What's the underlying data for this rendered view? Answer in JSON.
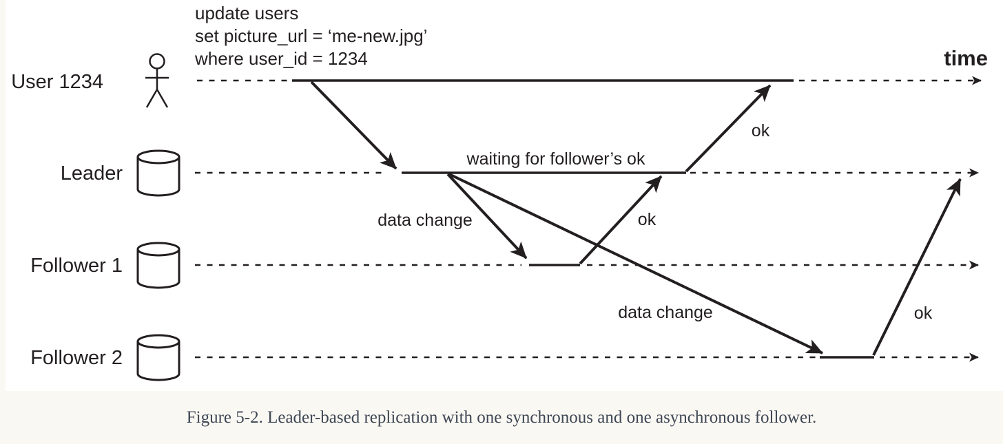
{
  "colors": {
    "ink": "#231f20",
    "page_bg": "#faf8f3",
    "diagram_bg": "#ffffff",
    "caption_color": "#3e4754"
  },
  "time_axis": {
    "label": "time"
  },
  "query": {
    "line1": "update users",
    "line2": "set picture_url = ‘me-new.jpg’",
    "line3": "where user_id = 1234"
  },
  "actors": [
    {
      "label": "User 1234",
      "icon": "person-icon"
    },
    {
      "label": "Leader",
      "icon": "database-icon"
    },
    {
      "label": "Follower 1",
      "icon": "database-icon"
    },
    {
      "label": "Follower 2",
      "icon": "database-icon"
    }
  ],
  "annotations": {
    "waiting": "waiting for follower’s ok",
    "data_change_to_follower1": "data change",
    "data_change_to_follower2": "data change",
    "ok_leader_to_user": "ok",
    "ok_follower1_to_leader": "ok",
    "ok_follower2_to_leader": "ok"
  },
  "caption": "Figure 5-2. Leader-based replication with one synchronous and one asynchronous follower."
}
